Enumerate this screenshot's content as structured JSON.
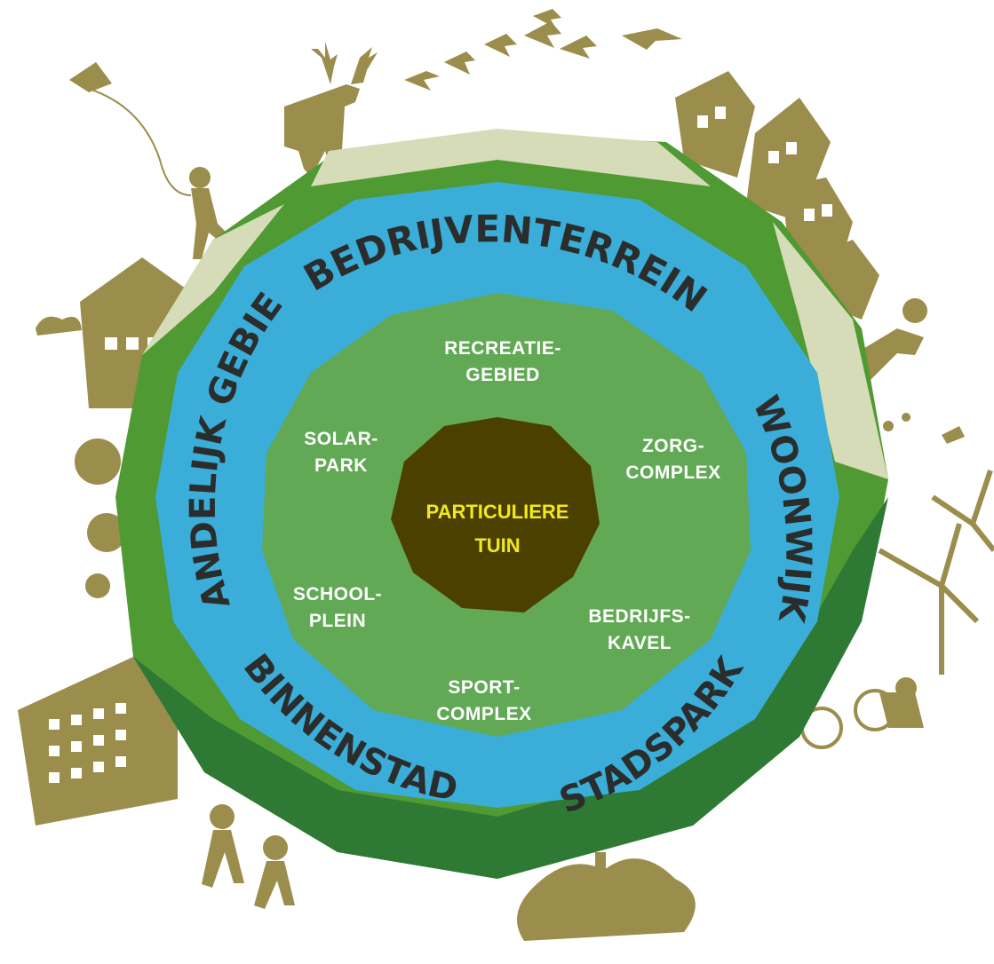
{
  "outer_ring": {
    "top": "BEDRIJVENTERREIN",
    "left": "LANDELIJK GEBIED",
    "right": "WOONWIJK",
    "bottom_left": "BINNENSTAD",
    "bottom_right": "STADSPARK"
  },
  "inner_ring": {
    "recreatiegebied": [
      "RECREATIE-",
      "GEBIED"
    ],
    "solarpark": [
      "SOLAR-",
      "PARK"
    ],
    "zorgcomplex": [
      "ZORG-",
      "COMPLEX"
    ],
    "schoolplein": [
      "SCHOOL-",
      "PLEIN"
    ],
    "bedrijfskavel": [
      "BEDRIJFS-",
      "KAVEL"
    ],
    "sportcomplex": [
      "SPORT-",
      "COMPLEX"
    ]
  },
  "center": [
    "PARTICULIERE",
    "TUIN"
  ],
  "colors": {
    "globe_green": "#4f9a32",
    "globe_dark": "#2e7a34",
    "globe_pale": "#d6dcb8",
    "ring_blue": "#3aaed8",
    "inner_green": "#62a956",
    "core_brown": "#4b4000",
    "silhouette": "#9b8d4b",
    "center_text": "#f2e81c"
  },
  "icons": [
    "deer-icon",
    "birds-icon",
    "kite-person-icon",
    "buildings-icon",
    "farm-icon",
    "gardener-icon",
    "wind-turbine-icon",
    "cyclist-icon",
    "tree-icon",
    "walkers-icon",
    "flower-icon",
    "apartment-block-icon"
  ]
}
